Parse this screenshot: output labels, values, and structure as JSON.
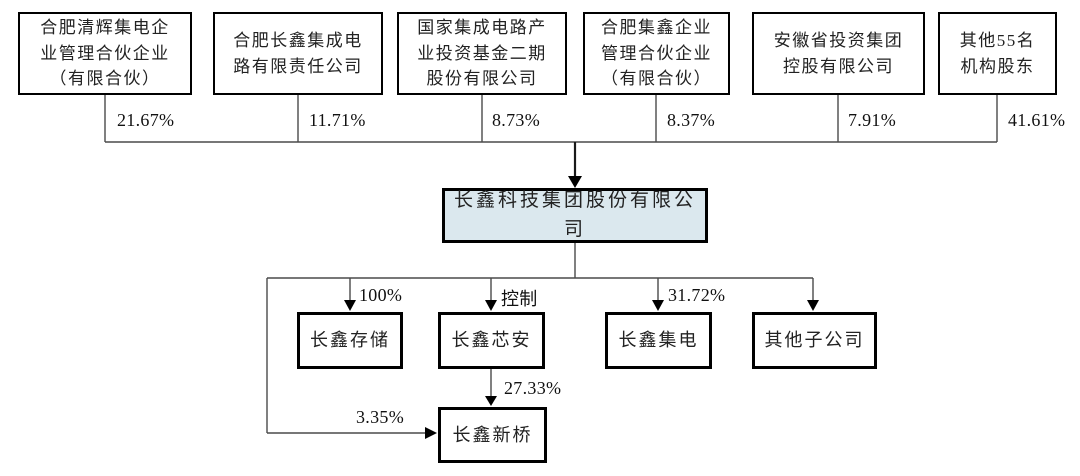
{
  "figure": {
    "title_semantic": "equity-structure-diagram",
    "colors": {
      "background": "#ffffff",
      "box_border": "#000000",
      "box_fill": "#ffffff",
      "parent_box_fill": "#dbe8ee",
      "line": "#4a4a4a",
      "arrow": "#000000"
    },
    "shareholders": [
      {
        "lines": [
          "合肥清辉集电企",
          "业管理合伙企业",
          "（有限合伙）"
        ],
        "pct": "21.67%"
      },
      {
        "lines": [
          "合肥长鑫集成电",
          "路有限责任公司"
        ],
        "pct": "11.71%"
      },
      {
        "lines": [
          "国家集成电路产",
          "业投资基金二期",
          "股份有限公司"
        ],
        "pct": "8.73%"
      },
      {
        "lines": [
          "合肥集鑫企业",
          "管理合伙企业",
          "（有限合伙）"
        ],
        "pct": "8.37%"
      },
      {
        "lines": [
          "安徽省投资集团",
          "控股有限公司"
        ],
        "pct": "7.91%"
      },
      {
        "lines": [
          "其他55名",
          "机构股东"
        ],
        "pct": "41.61%"
      }
    ],
    "parent": {
      "name": "长鑫科技集团股份有限公司"
    },
    "subsidiaries": [
      {
        "name": "长鑫存储",
        "edge_label": "100%"
      },
      {
        "name": "长鑫芯安",
        "edge_label": "控制"
      },
      {
        "name": "长鑫集电",
        "edge_label": "31.72%"
      },
      {
        "name": "其他子公司",
        "edge_label": ""
      }
    ],
    "second_level": {
      "name": "长鑫新桥",
      "edge_from_xinan": "27.33%",
      "edge_from_parent": "3.35%"
    }
  }
}
